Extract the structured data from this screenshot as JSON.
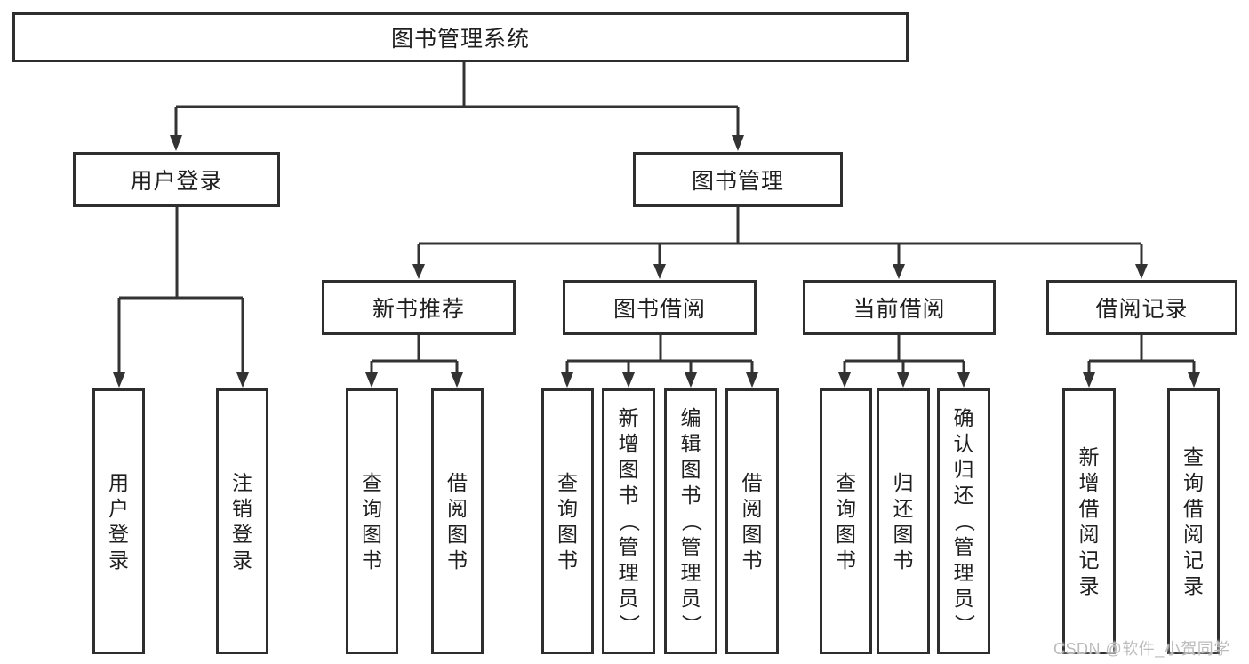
{
  "tree": {
    "root": {
      "label": "图书管理系统",
      "children": [
        {
          "label": "用户登录",
          "children": [
            {
              "label": "用户登录"
            },
            {
              "label": "注销登录"
            }
          ]
        },
        {
          "label": "图书管理",
          "children": [
            {
              "label": "新书推荐",
              "children": [
                {
                  "label": "查询图书"
                },
                {
                  "label": "借阅图书"
                }
              ]
            },
            {
              "label": "图书借阅",
              "children": [
                {
                  "label": "查询图书"
                },
                {
                  "label": "新增图书（管理员）"
                },
                {
                  "label": "编辑图书（管理员）"
                },
                {
                  "label": "借阅图书"
                }
              ]
            },
            {
              "label": "当前借阅",
              "children": [
                {
                  "label": "查询图书"
                },
                {
                  "label": "归还图书"
                },
                {
                  "label": "确认归还（管理员）"
                }
              ]
            },
            {
              "label": "借阅记录",
              "children": [
                {
                  "label": "新增借阅记录"
                },
                {
                  "label": "查询借阅记录"
                }
              ]
            }
          ]
        }
      ]
    }
  },
  "watermark": {
    "text": "CSDN @软件_小贺同学"
  },
  "colors": {
    "line": "#333333",
    "box_border": "#2e2e2e",
    "text": "#1f1f1f",
    "watermark": "#bcbcbc",
    "background": "#ffffff"
  }
}
